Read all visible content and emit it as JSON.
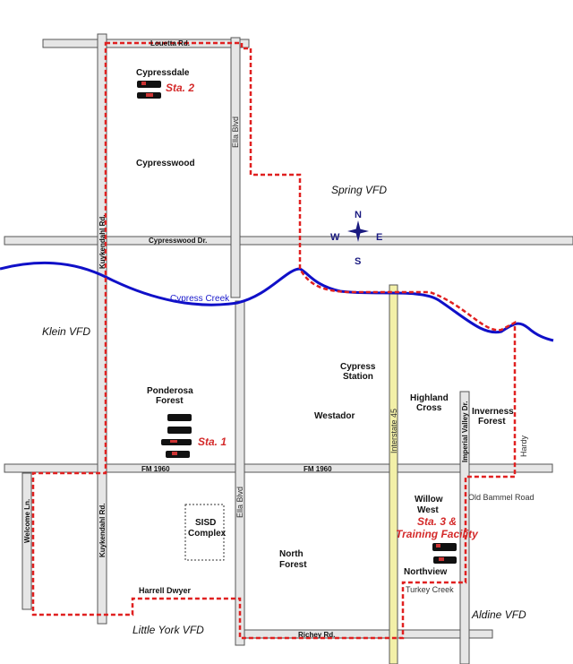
{
  "roads": {
    "louetta": "Louetta Rd.",
    "kuykendahl": "Kuykendahl Rd.",
    "ella_upper": "Ella Blvd",
    "ella_lower": "Ella Blvd",
    "cypresswood_dr": "Cypresswood Dr.",
    "fm1960_west": "FM 1960",
    "fm1960_east": "FM 1960",
    "i45": "Interstate 45",
    "imperial_valley": "Imperial Valley Dr.",
    "welcome": "Welcome Ln.",
    "richey": "Richey Rd.",
    "harrell_dwyer": "Harrell Dwyer",
    "old_bammel": "Old Bammel Road",
    "turkey_creek": "Turkey Creek",
    "hardy": "Hardy"
  },
  "creek": "Cypress Creek",
  "places": {
    "cypressdale": "Cypressdale",
    "cypresswood": "Cypresswood",
    "ponderosa_1": "Ponderosa",
    "ponderosa_2": "Forest",
    "cypress_station_1": "Cypress",
    "cypress_station_2": "Station",
    "westador": "Westador",
    "highland_1": "Highland",
    "highland_2": "Cross",
    "inverness_1": "Inverness",
    "inverness_2": "Forest",
    "willow_1": "Willow",
    "willow_2": "West",
    "north_forest_1": "North",
    "north_forest_2": "Forest",
    "northview": "Northview",
    "sisd_1": "SISD",
    "sisd_2": "Complex"
  },
  "vfds": {
    "spring": "Spring VFD",
    "klein": "Klein VFD",
    "little_york": "Little York VFD",
    "aldine": "Aldine VFD"
  },
  "stations": {
    "sta1": "Sta. 1",
    "sta2": "Sta. 2",
    "sta3_1": "Sta. 3 &",
    "sta3_2": "Training Facility"
  },
  "compass": {
    "n": "N",
    "s": "S",
    "e": "E",
    "w": "W"
  },
  "colors": {
    "boundary": "#e02020",
    "creek": "#1010c8",
    "station": "#d42a2a"
  }
}
